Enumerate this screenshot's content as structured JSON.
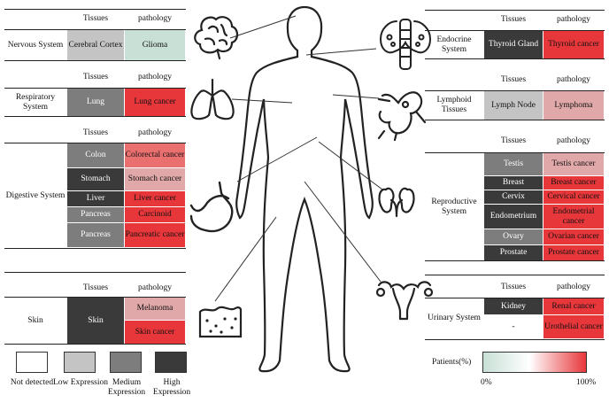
{
  "headers": {
    "tissues": "Tissues",
    "pathology": "pathology"
  },
  "colors": {
    "not_detected": "#ffffff",
    "low": "#c4c4c4",
    "medium": "#7d7d7d",
    "high": "#3a3a3a",
    "path_teal": "#c8e0d6",
    "path_light": "#e0a8a8",
    "path_mid": "#ea6f6f",
    "path_red": "#e8373b"
  },
  "left_tables": [
    {
      "system": "Nervous System",
      "rows": [
        {
          "tissue": "Cerebral Cortex",
          "expression": "low",
          "pathology": "Glioma",
          "patho_color": "teal"
        }
      ]
    },
    {
      "system": "Respiratory System",
      "rows": [
        {
          "tissue": "Lung",
          "expression": "medium",
          "pathology": "Lung cancer",
          "patho_color": "red"
        }
      ]
    },
    {
      "system": "Digestive System",
      "rows": [
        {
          "tissue": "Colon",
          "expression": "medium",
          "pathology": "Colorectal cancer",
          "patho_color": "mid"
        },
        {
          "tissue": "Stomach",
          "expression": "high",
          "pathology": "Stomach cancer",
          "patho_color": "light"
        },
        {
          "tissue": "Liver",
          "expression": "high",
          "pathology": "Liver cancer",
          "patho_color": "red"
        },
        {
          "tissue": "Pancreas",
          "expression": "medium",
          "pathology": "Carcinoid",
          "patho_color": "red"
        },
        {
          "tissue": "Pancreas",
          "expression": "medium",
          "pathology": "Pancreatic cancer",
          "patho_color": "red"
        }
      ]
    },
    {
      "system": "Skin",
      "rows": [
        {
          "tissue": "Skin",
          "expression": "high",
          "pathology": "Melanoma",
          "patho_color": "light"
        },
        {
          "tissue": "",
          "expression": "high",
          "pathology": "Skin cancer",
          "patho_color": "red"
        }
      ]
    }
  ],
  "right_tables": [
    {
      "system": "Endocrine System",
      "rows": [
        {
          "tissue": "Thyroid Gland",
          "expression": "high",
          "pathology": "Thyroid cancer",
          "patho_color": "red"
        }
      ]
    },
    {
      "system": "Lymphoid Tissues",
      "rows": [
        {
          "tissue": "Lymph Node",
          "expression": "low",
          "pathology": "Lymphoma",
          "patho_color": "light"
        }
      ]
    },
    {
      "system": "Reproductive System",
      "rows": [
        {
          "tissue": "Testis",
          "expression": "medium",
          "pathology": "Testis cancer",
          "patho_color": "light"
        },
        {
          "tissue": "Breast",
          "expression": "high",
          "pathology": "Breast cancer",
          "patho_color": "red"
        },
        {
          "tissue": "Cervix",
          "expression": "high",
          "pathology": "Cervical cancer",
          "patho_color": "red"
        },
        {
          "tissue": "Endometrium",
          "expression": "high",
          "pathology": "Endometrial cancer",
          "patho_color": "red"
        },
        {
          "tissue": "Ovary",
          "expression": "medium",
          "pathology": "Ovarian cancer",
          "patho_color": "red"
        },
        {
          "tissue": "Prostate",
          "expression": "high",
          "pathology": "Prostate cancer",
          "patho_color": "red"
        }
      ]
    },
    {
      "system": "Urinary System",
      "rows": [
        {
          "tissue": "Kidney",
          "expression": "high",
          "pathology": "Renal cancer",
          "patho_color": "red"
        },
        {
          "tissue": "-",
          "expression": "not_detected",
          "pathology": "Urothelial cancer",
          "patho_color": "red"
        }
      ]
    }
  ],
  "legend": {
    "expression": [
      {
        "label": "Not detected",
        "level": "not_detected"
      },
      {
        "label": "Low Expression",
        "level": "low"
      },
      {
        "label": "Medium Expression",
        "level": "medium"
      },
      {
        "label": "High Expression",
        "level": "high"
      }
    ],
    "patients_title": "Patients(%)",
    "min_label": "0%",
    "max_label": "100%"
  }
}
